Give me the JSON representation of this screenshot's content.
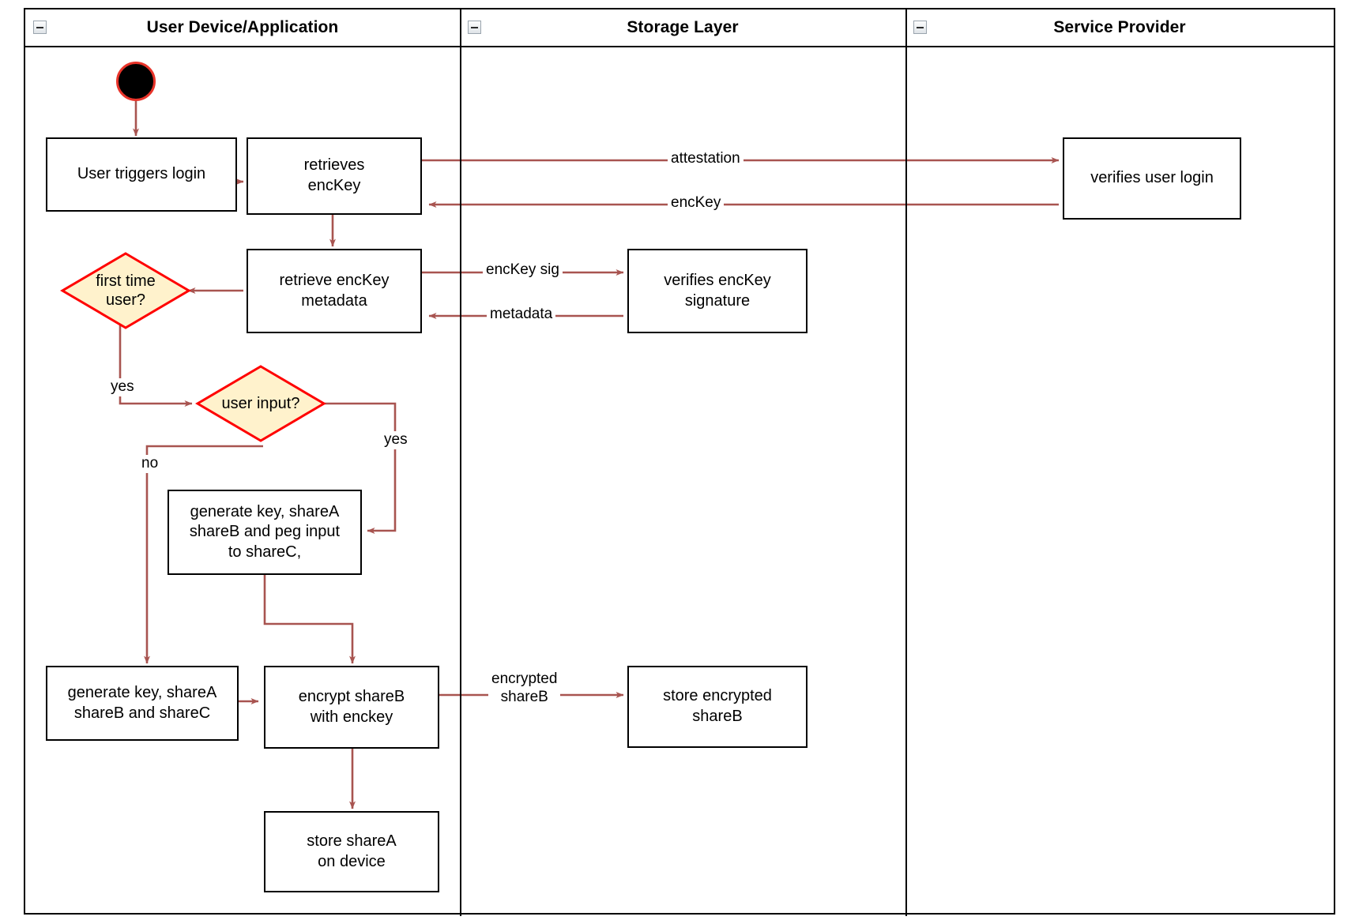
{
  "diagram": {
    "title": "Login and key-share provisioning activity diagram",
    "type": "swimlane-activity-diagram",
    "colors": {
      "edge": "#a85450",
      "decision_border": "#ff0000",
      "decision_fill": "#fff2cc",
      "node_border": "#000000",
      "node_fill": "#ffffff",
      "start_fill": "#000000",
      "start_border": "#e8342a",
      "lane_border": "#000000"
    }
  },
  "lanes": [
    {
      "id": "user-device",
      "title": "User Device/Application",
      "collapse_icon": "minus-icon"
    },
    {
      "id": "storage-layer",
      "title": "Storage Layer",
      "collapse_icon": "minus-icon"
    },
    {
      "id": "service-provider",
      "title": "Service Provider",
      "collapse_icon": "minus-icon"
    }
  ],
  "nodes": [
    {
      "id": "start",
      "lane": "user-device",
      "shape": "initial-node",
      "label": ""
    },
    {
      "id": "user-triggers-login",
      "lane": "user-device",
      "shape": "activity",
      "label": "User triggers login"
    },
    {
      "id": "retrieves-enckey",
      "lane": "user-device",
      "shape": "activity",
      "label": "retrieves\nencKey"
    },
    {
      "id": "verifies-user-login",
      "lane": "service-provider",
      "shape": "activity",
      "label": "verifies user login"
    },
    {
      "id": "retrieve-enckey-metadata",
      "lane": "user-device",
      "shape": "activity",
      "label": "retrieve encKey\nmetadata"
    },
    {
      "id": "verifies-enckey-signature",
      "lane": "storage-layer",
      "shape": "activity",
      "label": "verifies encKey signature"
    },
    {
      "id": "first-time-user",
      "lane": "user-device",
      "shape": "decision",
      "label": "first time\nuser?"
    },
    {
      "id": "user-input",
      "lane": "user-device",
      "shape": "decision",
      "label": "user input?"
    },
    {
      "id": "generate-peg-input",
      "lane": "user-device",
      "shape": "activity",
      "label": "generate key, shareA\nshareB and peg input\nto shareC,"
    },
    {
      "id": "generate-shares",
      "lane": "user-device",
      "shape": "activity",
      "label": "generate key, shareA\nshareB and shareC"
    },
    {
      "id": "encrypt-shareb",
      "lane": "user-device",
      "shape": "activity",
      "label": "encrypt shareB\nwith enckey"
    },
    {
      "id": "store-encrypted-shareb",
      "lane": "storage-layer",
      "shape": "activity",
      "label": "store encrypted\nshareB"
    },
    {
      "id": "store-sharea-on-device",
      "lane": "user-device",
      "shape": "activity",
      "label": "store shareA\non device"
    }
  ],
  "edges": [
    {
      "from": "start",
      "to": "user-triggers-login",
      "label": ""
    },
    {
      "from": "user-triggers-login",
      "to": "retrieves-enckey",
      "label": ""
    },
    {
      "from": "retrieves-enckey",
      "to": "verifies-user-login",
      "label": "attestation"
    },
    {
      "from": "verifies-user-login",
      "to": "retrieves-enckey",
      "label": "encKey"
    },
    {
      "from": "retrieves-enckey",
      "to": "retrieve-enckey-metadata",
      "label": ""
    },
    {
      "from": "retrieve-enckey-metadata",
      "to": "verifies-enckey-signature",
      "label": "encKey sig"
    },
    {
      "from": "verifies-enckey-signature",
      "to": "retrieve-enckey-metadata",
      "label": "metadata"
    },
    {
      "from": "retrieve-enckey-metadata",
      "to": "first-time-user",
      "label": ""
    },
    {
      "from": "first-time-user",
      "to": "user-input",
      "label": "yes"
    },
    {
      "from": "user-input",
      "to": "generate-peg-input",
      "label": "yes"
    },
    {
      "from": "user-input",
      "to": "generate-shares",
      "label": "no"
    },
    {
      "from": "generate-peg-input",
      "to": "encrypt-shareb",
      "label": ""
    },
    {
      "from": "generate-shares",
      "to": "encrypt-shareb",
      "label": ""
    },
    {
      "from": "encrypt-shareb",
      "to": "store-encrypted-shareb",
      "label": "encrypted\nshareB"
    },
    {
      "from": "encrypt-shareb",
      "to": "store-sharea-on-device",
      "label": ""
    }
  ],
  "labels": {
    "attestation": "attestation",
    "enckey": "encKey",
    "enckey_sig": "encKey sig",
    "metadata": "metadata",
    "yes_first_time": "yes",
    "yes_user_input": "yes",
    "no_user_input": "no",
    "encrypted_shareb": "encrypted\nshareB"
  }
}
